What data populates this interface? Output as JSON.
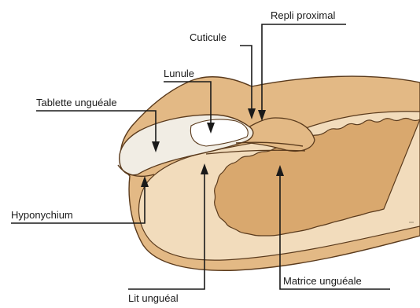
{
  "diagram": {
    "labels": {
      "repli_proximal": "Repli proximal",
      "cuticule": "Cuticule",
      "lunule": "Lunule",
      "tablette_ungueale": "Tablette unguéale",
      "hyponychium": "Hyponychium",
      "lit_ungueal": "Lit unguéal",
      "matrice_ungueale": "Matrice unguéale"
    },
    "colors": {
      "skin_outer": "#e3b985",
      "skin_inner": "#d9a86e",
      "dermis_band": "#f2dcbc",
      "outline": "#5a3a1c",
      "nail_plate": "#f1ede4",
      "lunula": "#ffffff",
      "label_text": "#1a1a1a"
    }
  }
}
